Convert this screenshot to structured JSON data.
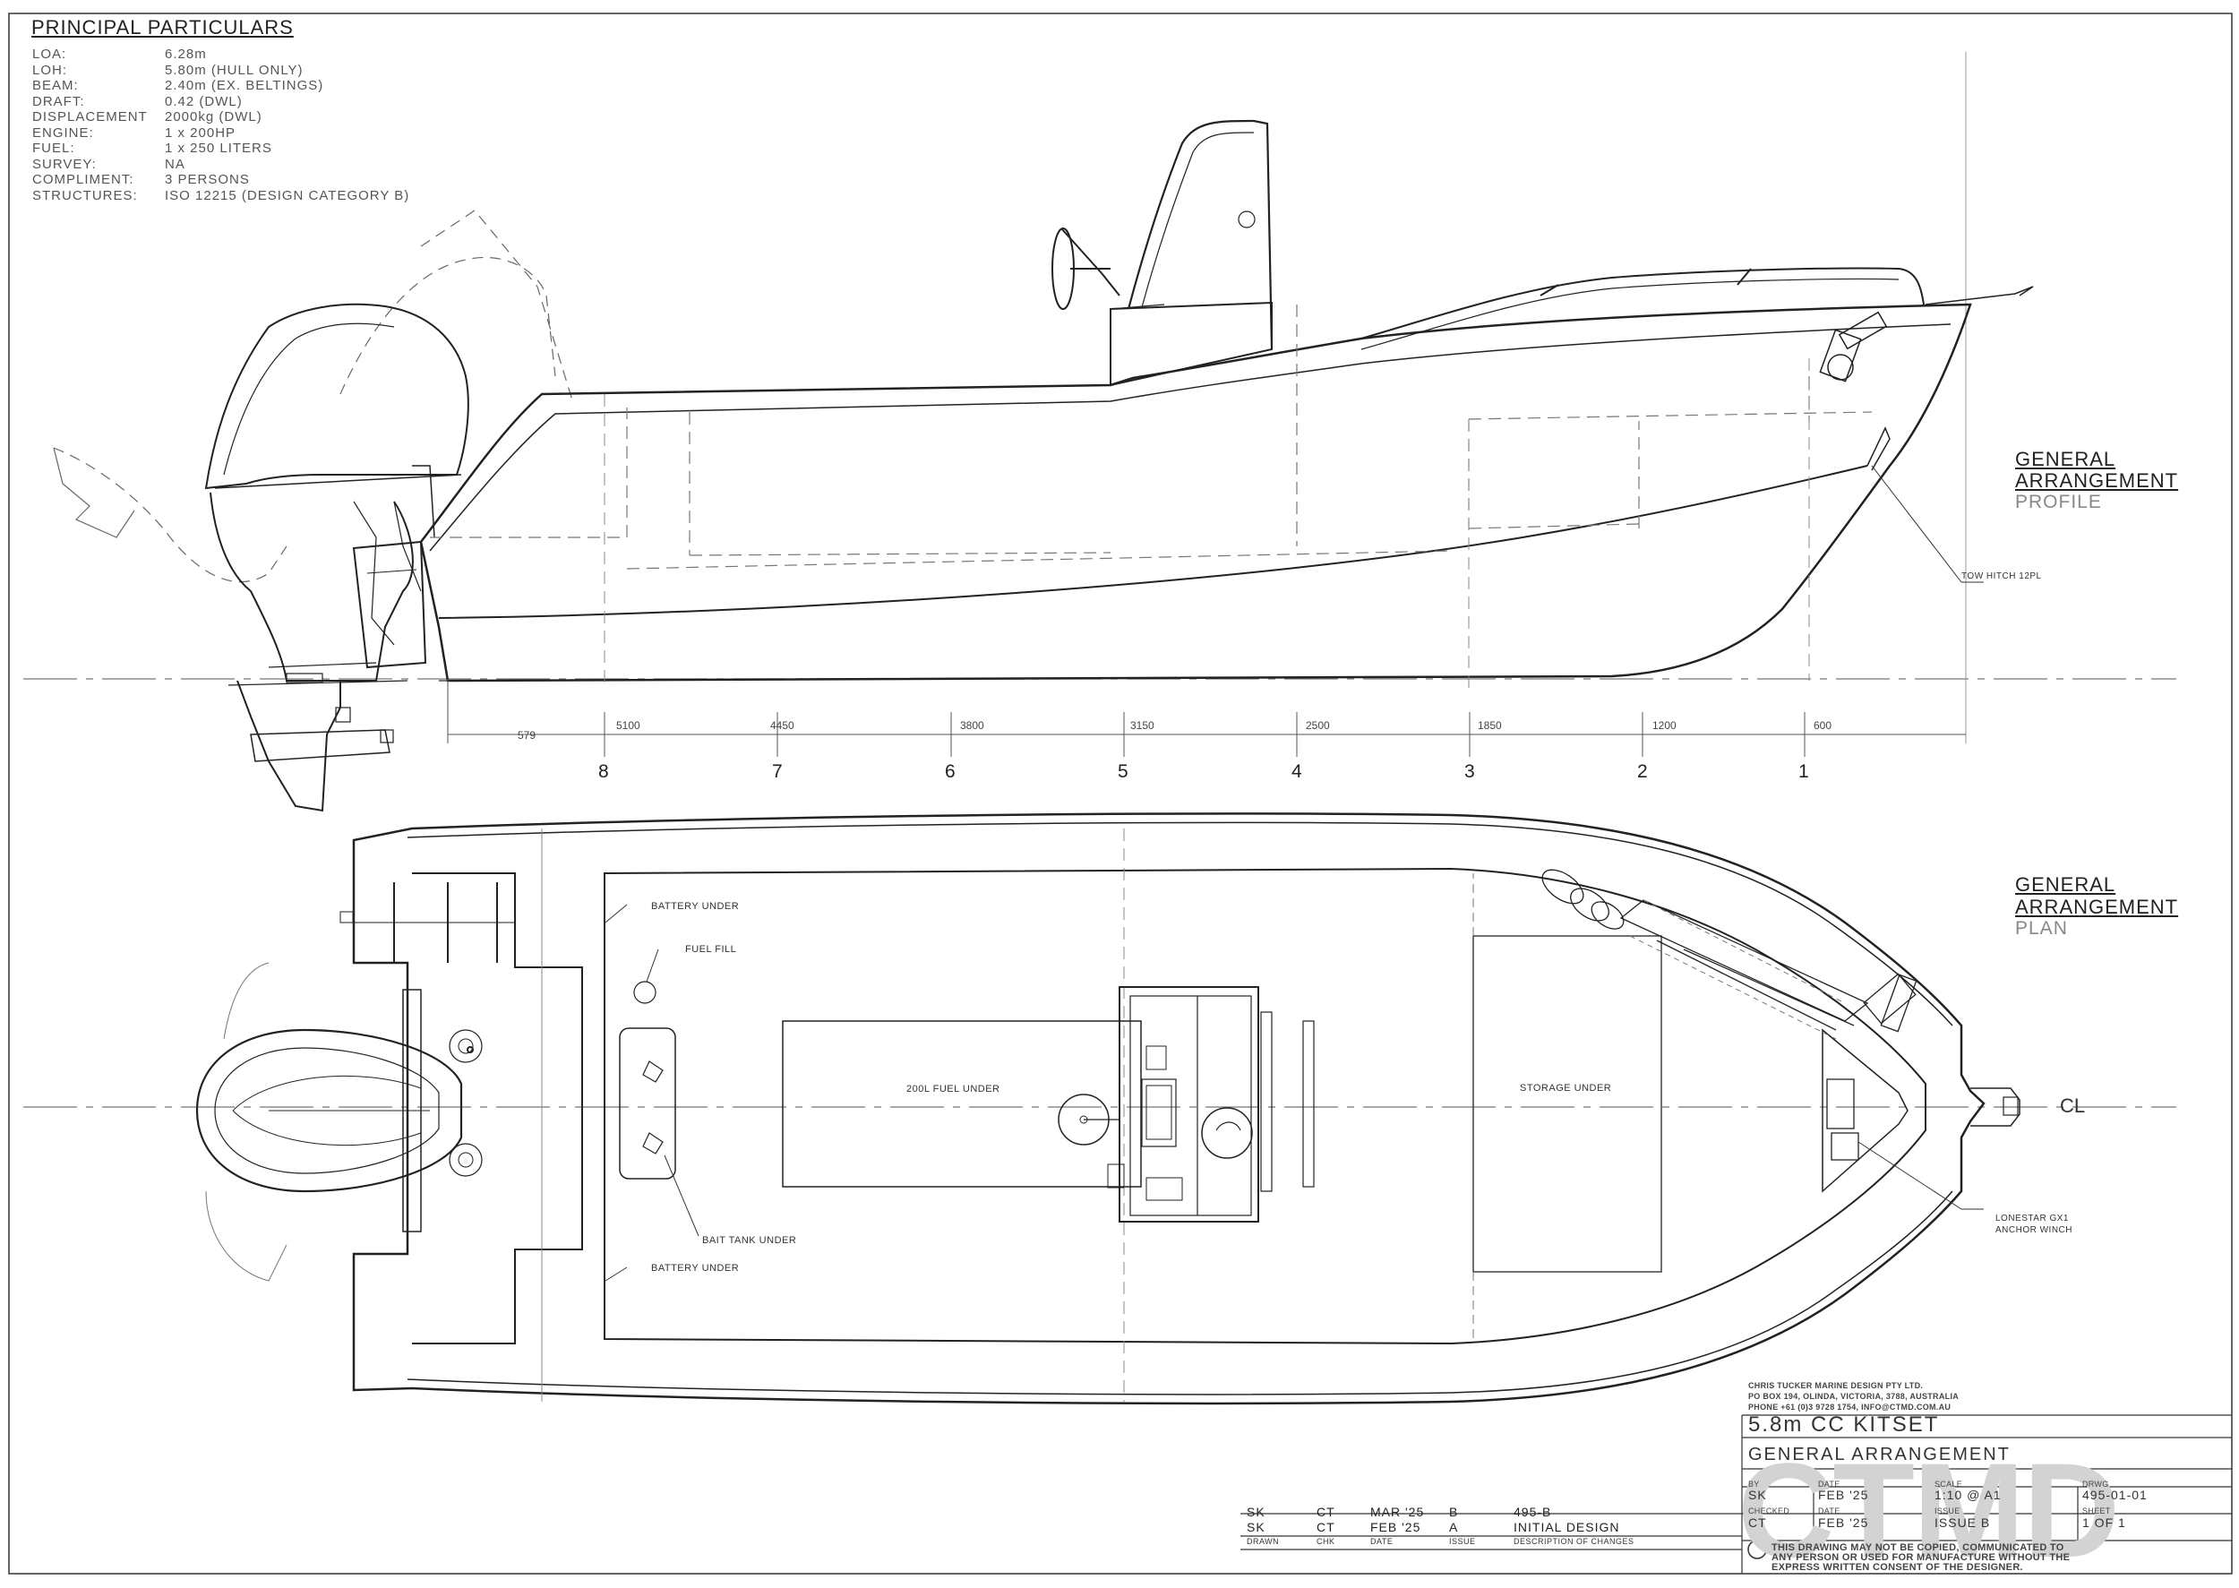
{
  "principal_particulars": {
    "title": "PRINCIPAL PARTICULARS",
    "rows": [
      {
        "label": "LOA:",
        "value": "6.28m"
      },
      {
        "label": "LOH:",
        "value": "5.80m (HULL ONLY)"
      },
      {
        "label": "BEAM:",
        "value": "2.40m (EX. BELTINGS)"
      },
      {
        "label": "DRAFT:",
        "value": "0.42 (DWL)"
      },
      {
        "label": "DISPLACEMENT",
        "value": "2000kg (DWL)"
      },
      {
        "label": "ENGINE:",
        "value": "1 x 200HP"
      },
      {
        "label": "FUEL:",
        "value": "1 x 250 LITERS"
      },
      {
        "label": "SURVEY:",
        "value": "NA"
      },
      {
        "label": "COMPLIMENT:",
        "value": "3 PERSONS"
      },
      {
        "label": "STRUCTURES:",
        "value": "ISO 12215 (DESIGN CATEGORY B)"
      }
    ]
  },
  "profile": {
    "heading_1": "GENERAL",
    "heading_2": "ARRANGEMENT",
    "subheading": "PROFILE",
    "tow_hitch": "TOW HITCH 12PL",
    "dims": [
      "579",
      "5100",
      "4450",
      "3800",
      "3150",
      "2500",
      "1850",
      "1200",
      "600"
    ],
    "stations": [
      "8",
      "7",
      "6",
      "5",
      "4",
      "3",
      "2",
      "1"
    ]
  },
  "plan": {
    "heading_1": "GENERAL",
    "heading_2": "ARRANGEMENT",
    "subheading": "PLAN",
    "battery_under_1": "BATTERY UNDER",
    "battery_under_2": "BATTERY UNDER",
    "fuel_fill": "FUEL FILL",
    "bait_tank": "BAIT TANK UNDER",
    "fuel_under": "200L FUEL UNDER",
    "storage_under": "STORAGE UNDER",
    "winch_1": "LONESTAR GX1",
    "winch_2": "ANCHOR WINCH",
    "centreline": "CL"
  },
  "title_block": {
    "company": "CHRIS TUCKER MARINE DESIGN PTY LTD.",
    "address": "PO BOX 194, OLINDA, VICTORIA, 3788, AUSTRALIA",
    "contact": "PHONE +61 (0)3 9728 1754, INFO@CTMD.COM.AU",
    "project": "5.8m CC KITSET",
    "drawing_title": "GENERAL ARRANGEMENT",
    "by_label": "BY",
    "by": "SK",
    "date_label": "DATE",
    "date": "FEB '25",
    "scale_label": "SCALE",
    "scale": "1:10 @ A1",
    "drwg_label": "DRWG",
    "drwg": "495-01-01",
    "checked_label": "CHECKED",
    "checked": "CT",
    "checked_date_label": "DATE",
    "checked_date": "FEB '25",
    "issue_label": "ISSUE",
    "issue": "ISSUE B",
    "sheet_label": "SHEET",
    "sheet": "1 OF 1",
    "copyright_1": "THIS DRAWING MAY NOT BE COPIED, COMMUNICATED TO",
    "copyright_2": "ANY PERSON OR USED FOR MANUFACTURE WITHOUT THE",
    "copyright_3": "EXPRESS WRITTEN CONSENT OF THE DESIGNER.",
    "watermark": "CTMD"
  },
  "revisions": {
    "rows": [
      {
        "drawn": "SK",
        "chk": "CT",
        "date": "MAR '25",
        "issue": "B",
        "desc": "495-B"
      },
      {
        "drawn": "SK",
        "chk": "CT",
        "date": "FEB '25",
        "issue": "A",
        "desc": "INITIAL DESIGN"
      }
    ],
    "headers": {
      "drawn": "DRAWN",
      "chk": "CHK",
      "date": "DATE",
      "issue": "ISSUE",
      "desc": "DESCRIPTION OF CHANGES"
    }
  }
}
